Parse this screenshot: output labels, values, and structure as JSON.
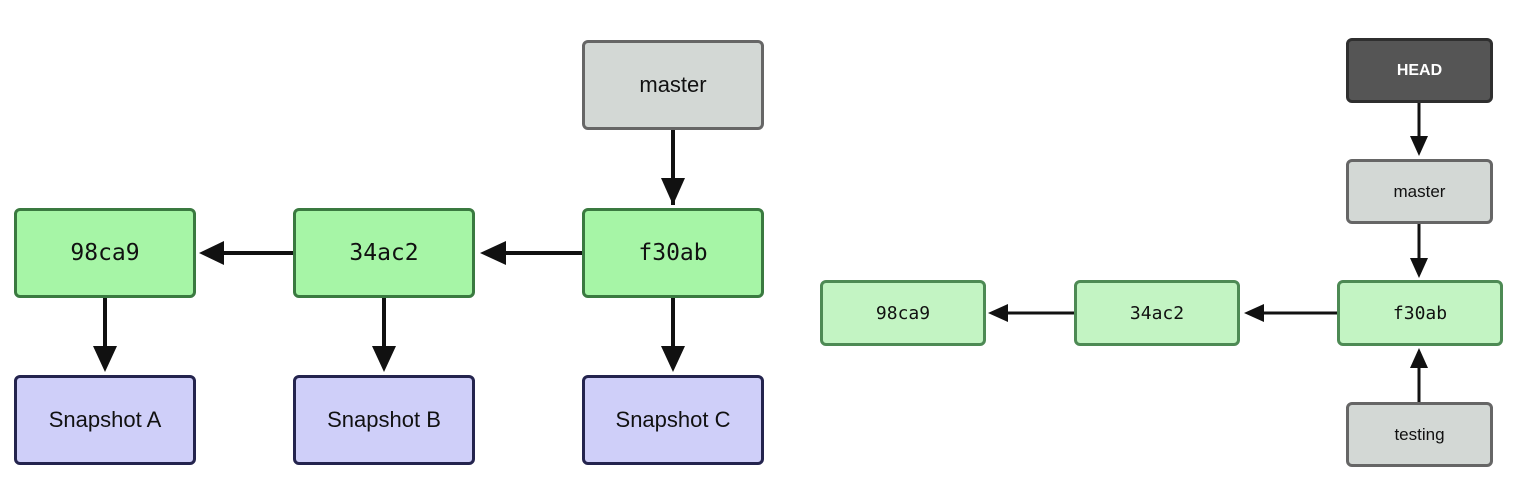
{
  "left": {
    "master": "master",
    "commits": [
      "98ca9",
      "34ac2",
      "f30ab"
    ],
    "snapshots": [
      "Snapshot A",
      "Snapshot B",
      "Snapshot C"
    ]
  },
  "right": {
    "head": "HEAD",
    "master": "master",
    "testing": "testing",
    "commits": [
      "98ca9",
      "34ac2",
      "f30ab"
    ]
  },
  "colors": {
    "commit_fill": "#a6f5a6",
    "commit_light_fill": "#c3f4c3",
    "snapshot_fill": "#cfcff9",
    "ref_fill": "#d3d8d5",
    "head_fill": "#555555",
    "arrow": "#111111"
  }
}
